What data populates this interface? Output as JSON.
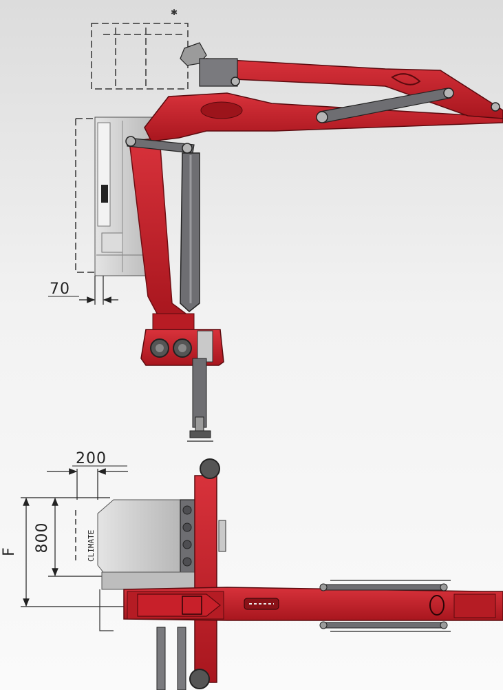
{
  "dimensions": {
    "side_offset": "70",
    "top_width": "200",
    "top_height": "800",
    "overall_label": "F"
  },
  "cab_label": "CLIMATE",
  "colors": {
    "crane_red": "#c8202a",
    "crane_dark_red": "#8e1218",
    "cylinder_gray": "#6e6e72",
    "cab_gray": "#c9c9c9",
    "line": "#222222"
  }
}
